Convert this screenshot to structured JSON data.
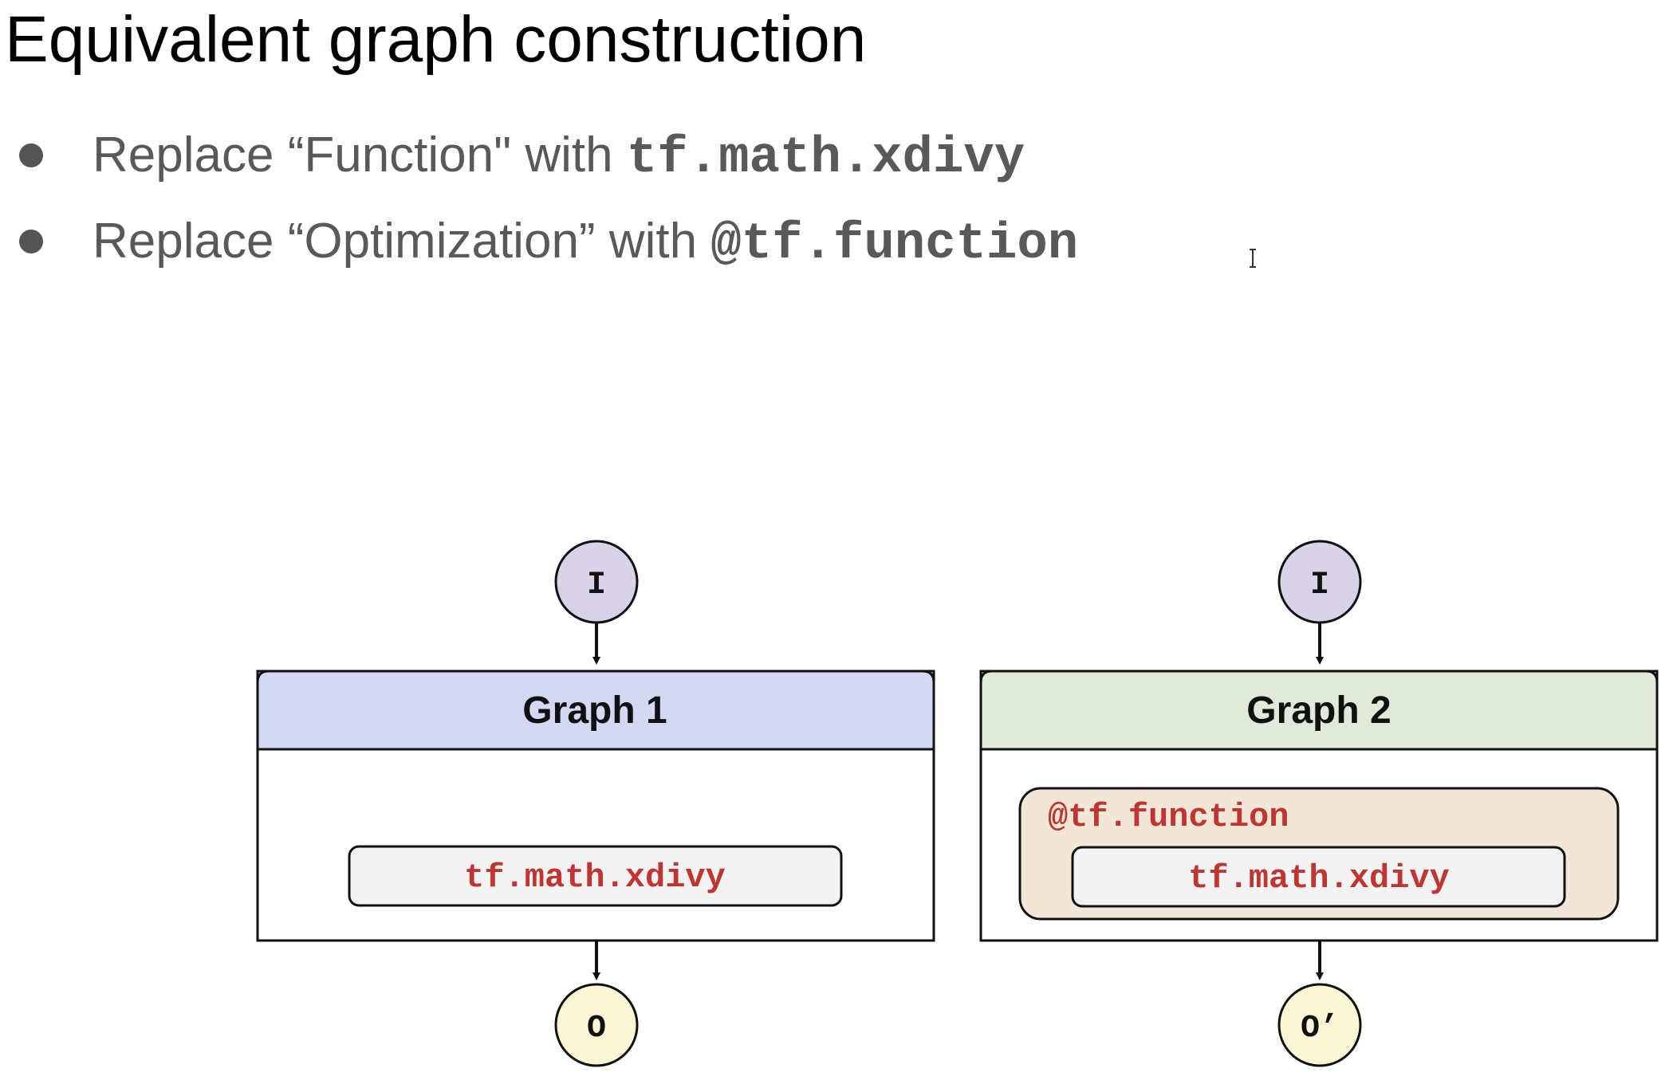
{
  "slide": {
    "title": "Equivalent graph construction"
  },
  "bullets": [
    {
      "prefix": "Replace “Function\" with ",
      "code": "tf.math.xdivy"
    },
    {
      "prefix": "Replace “Optimization” with ",
      "code": "@tf.function"
    }
  ],
  "diagram": {
    "graph1": {
      "input_label": "I",
      "title": "Graph 1",
      "op_label": "tf.math.xdivy",
      "output_label": "O"
    },
    "graph2": {
      "input_label": "I",
      "title": "Graph 2",
      "decorator_label": "@tf.function",
      "op_label": "tf.math.xdivy",
      "output_label": "O’"
    },
    "colors": {
      "graph1_header": "#d3d9f2",
      "graph2_header": "#dfead8",
      "input_node": "#d9d2e9",
      "output_node": "#fbf6d4",
      "decorator_box": "#f2e6d6",
      "op_box": "#f3f3f3",
      "code_text": "#c0352f"
    }
  }
}
